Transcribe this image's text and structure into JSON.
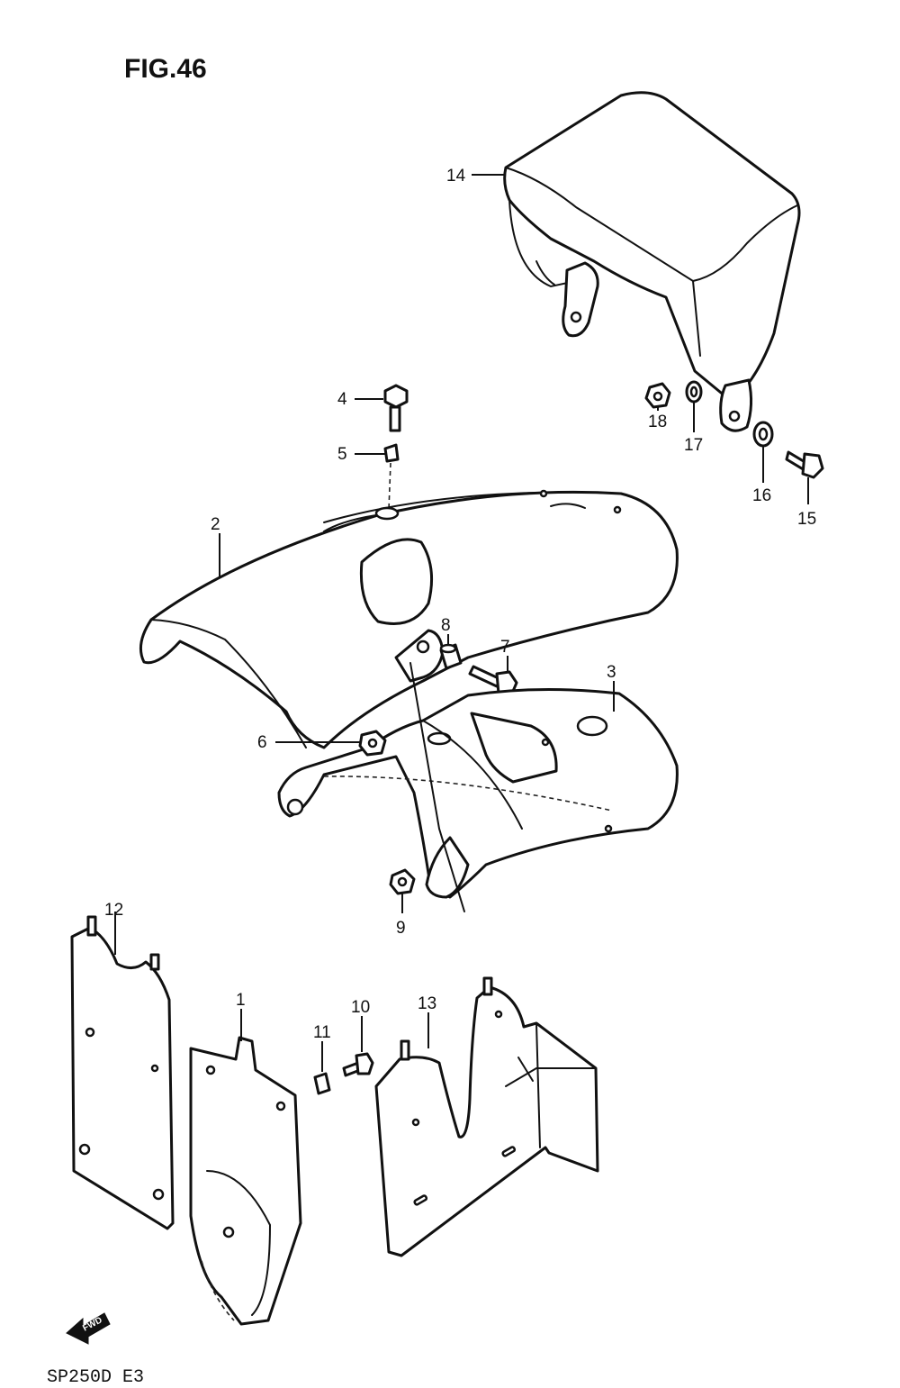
{
  "figure": {
    "title": "FIG.46",
    "model_code": "SP250D  E3",
    "direction_label": "FWD"
  },
  "callouts": [
    "1",
    "2",
    "3",
    "4",
    "5",
    "6",
    "7",
    "8",
    "9",
    "10",
    "11",
    "12",
    "13",
    "14",
    "15",
    "16",
    "17",
    "18"
  ]
}
